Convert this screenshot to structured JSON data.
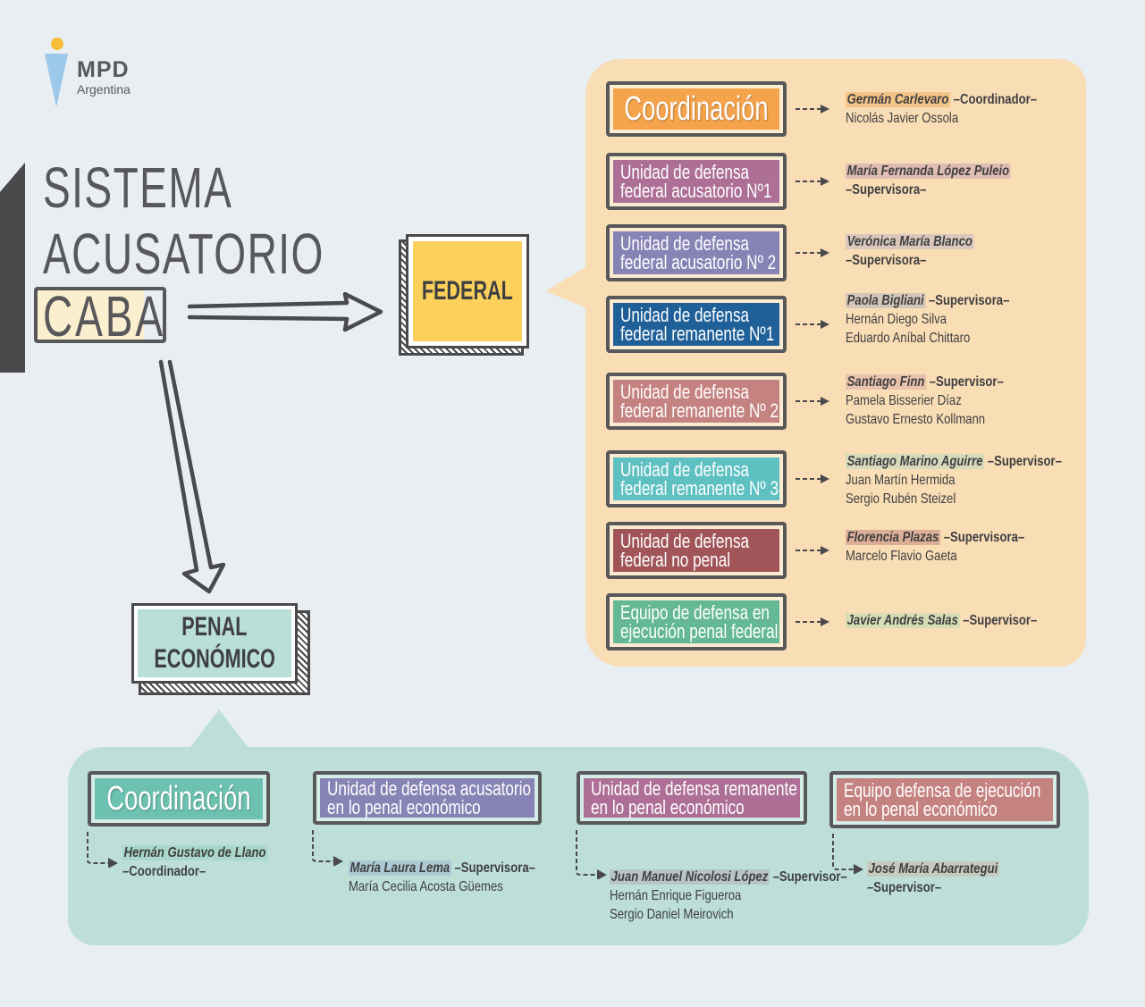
{
  "logo": {
    "name": "MPD",
    "subtitle": "Argentina"
  },
  "title": {
    "line1": "SISTEMA",
    "line2": "ACUSATORIO",
    "highlight": "CABA"
  },
  "federal": {
    "label": "FEDERAL",
    "units": [
      {
        "lines": [
          "Coordinación"
        ],
        "color": "#f5a44c",
        "type": "coordination",
        "people": [
          {
            "name": "Germán Carlevaro",
            "highlight": "#f5c488",
            "role": "–Coordinador–"
          },
          {
            "name": "Nicolás Javier Ossola"
          }
        ]
      },
      {
        "lines": [
          "Unidad de defensa",
          "federal acusatorio Nº1"
        ],
        "color": "#ad6f96",
        "people": [
          {
            "name": "María Fernanda López Puleio",
            "highlight": "#e0bdb2"
          },
          {
            "role": "–Supervisora–"
          }
        ]
      },
      {
        "lines": [
          "Unidad de defensa",
          "federal acusatorio Nº 2"
        ],
        "color": "#8783b5",
        "people": [
          {
            "name": "Verónica María Blanco",
            "highlight": "#d9c8bb"
          },
          {
            "role": "–Supervisora–"
          }
        ]
      },
      {
        "lines": [
          "Unidad de defensa",
          "federal remanente Nº1"
        ],
        "color": "#1f6098",
        "people": [
          {
            "name": "Paola Bigliani",
            "highlight": "#d4c7b8",
            "role": "–Supervisora–"
          },
          {
            "name": "Hernán Diego Silva"
          },
          {
            "name": "Eduardo Aníbal Chittaro"
          }
        ]
      },
      {
        "lines": [
          "Unidad de defensa",
          "federal remanente Nº 2"
        ],
        "color": "#c48280",
        "people": [
          {
            "name": "Santiago Finn",
            "highlight": "#e8c2ac",
            "role": "–Supervisor–"
          },
          {
            "name": "Pamela Bisserier Díaz"
          },
          {
            "name": "Gustavo Ernesto Kollmann"
          }
        ]
      },
      {
        "lines": [
          "Unidad de defensa",
          "federal remanente Nº 3"
        ],
        "color": "#5fc0c2",
        "people": [
          {
            "name": "Santiago Marino Aguirre",
            "highlight": "#d7dbbc",
            "role": "–Supervisor–"
          },
          {
            "name": "Juan Martín Hermida"
          },
          {
            "name": "Sergio Rubén Steizel"
          }
        ]
      },
      {
        "lines": [
          "Unidad de defensa",
          "federal no penal"
        ],
        "color": "#a15558",
        "people": [
          {
            "name": "Florencia Plazas",
            "highlight": "#ddae96",
            "role": "–Supervisora–"
          },
          {
            "name": "Marcelo Flavio Gaeta"
          }
        ]
      },
      {
        "lines": [
          "Equipo de defensa en",
          "ejecución penal federal"
        ],
        "color": "#64b893",
        "people": [
          {
            "name": "Javier Andrés Salas",
            "highlight": "#d8dcb4",
            "role": "–Supervisor–"
          }
        ]
      }
    ]
  },
  "penal_economico": {
    "label_line1": "PENAL",
    "label_line2": "ECONÓMICO",
    "units": [
      {
        "lines": [
          "Coordinación"
        ],
        "color": "#6cc1b0",
        "type": "coordination",
        "people": [
          {
            "name": "Hernán Gustavo de Llano",
            "highlight": "#a9d8cb"
          },
          {
            "role": "–Coordinador–"
          }
        ]
      },
      {
        "lines": [
          "Unidad de defensa acusatorio",
          "en lo penal económico"
        ],
        "color": "#8783b5",
        "people": [
          {
            "name": "María Laura Lema",
            "highlight": "#adc9d4",
            "role": "–Supervisora–"
          },
          {
            "name": "María Cecilia Acosta Güemes"
          }
        ]
      },
      {
        "lines": [
          "Unidad de defensa remanente",
          "en lo penal económico"
        ],
        "color": "#ad6f96",
        "people": [
          {
            "name": "Juan Manuel Nicolosi López",
            "highlight": "#b9c4c9",
            "role": "–Supervisor–"
          },
          {
            "name": "Hernán Enrique Figueroa"
          },
          {
            "name": "Sergio Daniel Meirovich"
          }
        ]
      },
      {
        "lines": [
          "Equipo defensa de ejecución",
          "en lo penal económico"
        ],
        "color": "#c48280",
        "people": [
          {
            "name": "José María Abarrategui",
            "highlight": "#c8c9bf"
          },
          {
            "role": "–Supervisor–"
          }
        ]
      }
    ]
  }
}
